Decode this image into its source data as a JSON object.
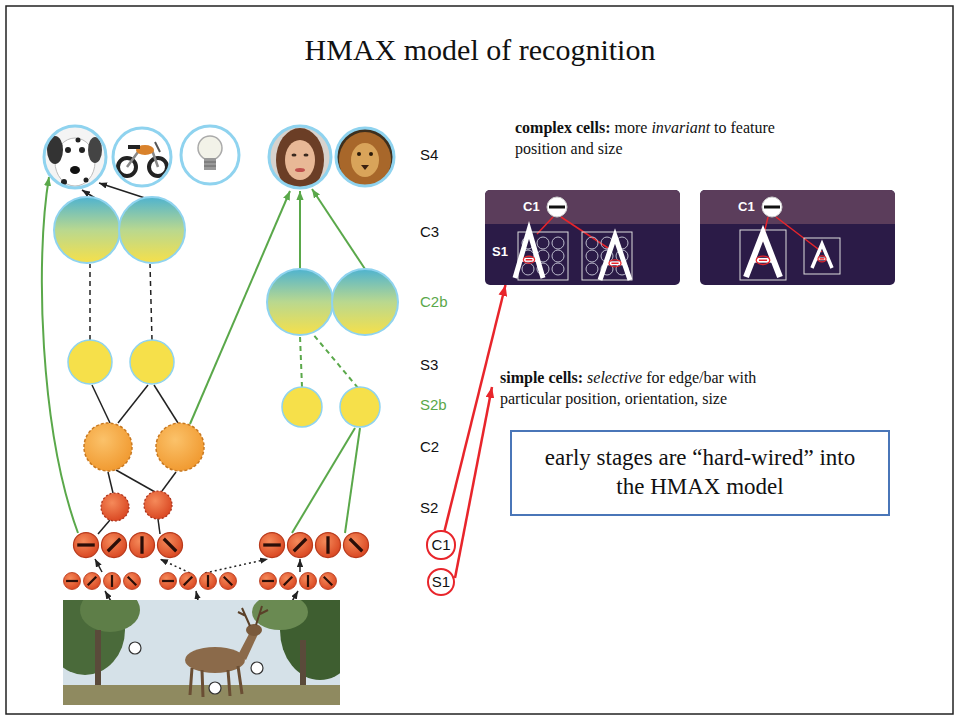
{
  "diagram": {
    "title": "HMAX model of recognition",
    "nodes": [
      {
        "text": [
          "C1",
          "S1"
        ]
      },
      {
        "text": [
          "C1"
        ]
      },
      {
        "text": [
          "early stages are “hard-wired” into the HMAX model"
        ]
      },
      {
        "text": [
          "C1"
        ]
      },
      {
        "text": [
          "S1"
        ]
      }
    ],
    "edges": [
      {
        "from": 3,
        "to": 0,
        "arrow": "to"
      }
    ],
    "labels": [
      "S4",
      "C3",
      "C2b",
      "S3",
      "S2b",
      "C2",
      "S2",
      "complex cells:",
      "more",
      "invariant",
      "to feature position and size",
      "simple cells:",
      "selective",
      "for edge/bar with particular position, orientation, size"
    ]
  }
}
